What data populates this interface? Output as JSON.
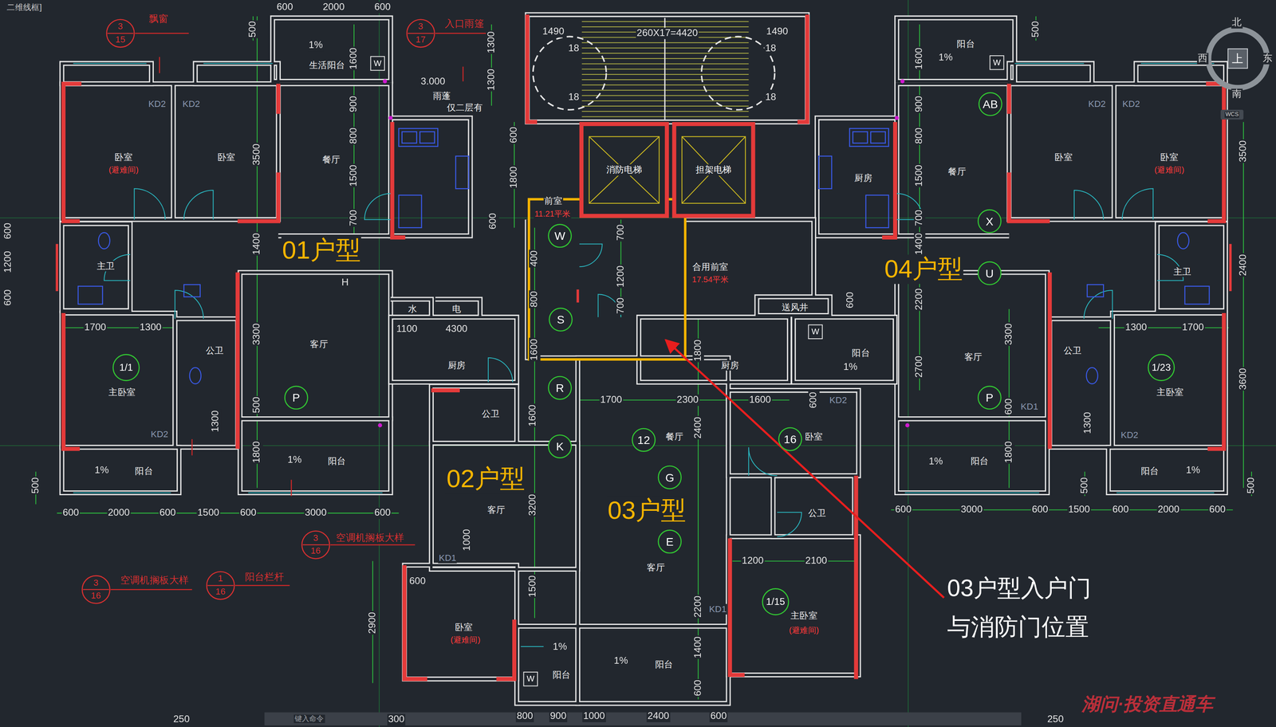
{
  "diagram": {
    "nodes": [
      {
        "text": [
          "3",
          "15"
        ]
      },
      {
        "text": [
          "3",
          "17"
        ]
      },
      {
        "text": [
          "W"
        ]
      },
      {
        "text": [
          "W"
        ]
      },
      {
        "text": [
          "上"
        ]
      },
      {
        "text": [
          "AB"
        ]
      },
      {
        "text": [
          "消防电梯"
        ]
      },
      {
        "text": [
          "担架电梯"
        ]
      },
      {
        "text": [
          "X"
        ]
      },
      {
        "text": [
          "W"
        ]
      },
      {
        "text": [
          "U"
        ]
      },
      {
        "text": [
          "S"
        ]
      },
      {
        "text": [
          "W"
        ]
      },
      {
        "text": [
          "1/1"
        ]
      },
      {
        "text": [
          "1/23"
        ]
      },
      {
        "text": [
          "R"
        ]
      },
      {
        "text": [
          "P"
        ]
      },
      {
        "text": [
          "P"
        ]
      },
      {
        "text": [
          "16"
        ]
      },
      {
        "text": [
          "12"
        ]
      },
      {
        "text": [
          "K"
        ]
      },
      {
        "text": [
          "G"
        ]
      },
      {
        "text": [
          "E"
        ]
      },
      {
        "text": [
          "3",
          "16"
        ]
      },
      {
        "text": [
          "1",
          "16"
        ]
      },
      {
        "text": [
          "3",
          "16"
        ]
      },
      {
        "text": [
          "1/15"
        ]
      },
      {
        "text": [
          "W"
        ]
      }
    ],
    "labels": [
      "二维线框]",
      "600",
      "2000",
      "600",
      "500",
      "飘窗",
      "入口雨篷",
      "1%",
      "生活阳台",
      "1600",
      "1300",
      "1300",
      "3.000",
      "雨蓬",
      "仅二层有",
      "KD2",
      "KD2",
      "900",
      "800",
      "1500",
      "700",
      "600",
      "1800",
      "600",
      "卧室",
      "(避难间)",
      "卧室",
      "3500",
      "餐厅",
      "1400",
      "600",
      "1200",
      "600",
      "主卫",
      "01户型",
      "H",
      "水",
      "电",
      "1100",
      "4300",
      "1700",
      "1300",
      "3300",
      "客厅",
      "公卫",
      "厨房",
      "主卧室",
      "500",
      "1300",
      "KD2",
      "1800",
      "1%",
      "阳台",
      "1%",
      "阳台",
      "500",
      "600",
      "2000",
      "600",
      "1500",
      "600",
      "3000",
      "600",
      "空调机搁板大样",
      "空调机搁板大样",
      "阳台栏杆",
      "公卫",
      "1600",
      "02户型",
      "客厅",
      "3200",
      "1000",
      "KD1",
      "600",
      "1500",
      "2900",
      "卧室",
      "(避难间)",
      "1%",
      "阳台",
      "800",
      "900",
      "1000",
      "2400",
      "600",
      "250",
      "300",
      "1490",
      "260X17=4420",
      "1490",
      "18",
      "18",
      "18",
      "18",
      "前室",
      "11.21平米",
      "400",
      "800",
      "700",
      "1200",
      "700",
      "1600",
      "合用前室",
      "17.54平米",
      "送风井",
      "600",
      "厨房",
      "1800",
      "1700",
      "2300",
      "1600",
      "600",
      "餐厅",
      "2400",
      "卧室",
      "03户型",
      "公卫",
      "客厅",
      "1200",
      "2100",
      "KD1",
      "2200",
      "主卧室",
      "(避难间)",
      "1%",
      "阳台",
      "1400",
      "600",
      "500",
      "阳台",
      "1%",
      "1600",
      "KD2",
      "KD2",
      "900",
      "800",
      "1500",
      "700",
      "厨房",
      "餐厅",
      "卧室",
      "卧室",
      "(避难间)",
      "3500",
      "1400",
      "04户型",
      "2200",
      "主卫",
      "2400",
      "阳台",
      "1%",
      "客厅",
      "3300",
      "2700",
      "1300",
      "1700",
      "公卫",
      "主卧室",
      "3600",
      "KD2",
      "KD1",
      "600",
      "1300",
      "KD2",
      "1800",
      "1%",
      "阳台",
      "阳台",
      "1%",
      "500",
      "500",
      "600",
      "3000",
      "600",
      "1500",
      "600",
      "2000",
      "600",
      "250",
      "03户型入户门与消防门位置",
      "北",
      "西",
      "东",
      "南",
      "WCS",
      "键入命令",
      "湖问·投资直通车"
    ]
  }
}
